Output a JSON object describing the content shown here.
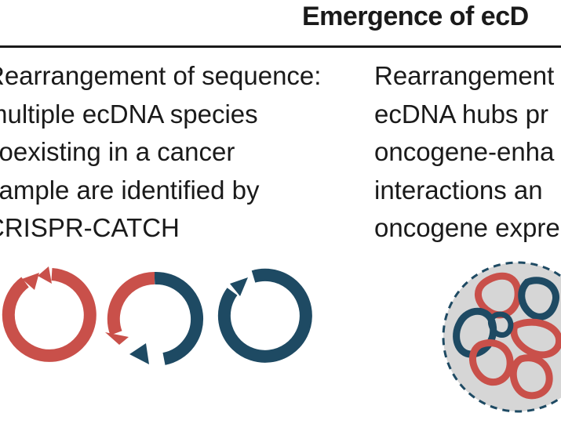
{
  "header": {
    "title": "Emergence of ecD"
  },
  "left_column": {
    "lines": [
      "Rearrangement of sequence:",
      "multiple ecDNA species",
      "coexisting in a cancer",
      "sample are identified by",
      "CRISPR-CATCH"
    ]
  },
  "right_column": {
    "lines": [
      "Rearrangement",
      "ecDNA hubs pr",
      "oncogene-enha",
      "interactions an",
      "oncogene expre"
    ]
  },
  "colors": {
    "red": "#c9504a",
    "blue": "#1e4a63",
    "hub_fill": "#d6d6d6",
    "text": "#1a1a1a"
  },
  "icons": [
    "circular-ecdna-red-icon",
    "circular-ecdna-mixed-icon",
    "circular-ecdna-blue-icon",
    "ecdna-hub-icon"
  ]
}
